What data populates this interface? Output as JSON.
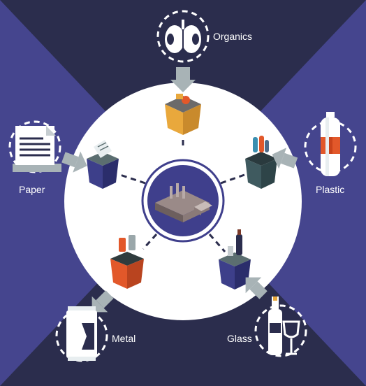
{
  "diagram": {
    "hub": {
      "icon": "recycling-factory-icon"
    },
    "categories": [
      {
        "key": "organics",
        "label": "Organics",
        "icon": "apple-core-icon",
        "bin_color": "#e9a83c"
      },
      {
        "key": "plastic",
        "label": "Plastic",
        "icon": "plastic-bottle-icon",
        "bin_color": "#3f5a5f"
      },
      {
        "key": "glass",
        "label": "Glass",
        "icon": "wine-bottle-glass-icon",
        "bin_color": "#3d3f8a"
      },
      {
        "key": "metal",
        "label": "Metal",
        "icon": "metal-can-icon",
        "bin_color": "#e2582a"
      },
      {
        "key": "paper",
        "label": "Paper",
        "icon": "paper-stack-icon",
        "bin_color": "#3d3f8a"
      }
    ]
  },
  "colors": {
    "background_dark": "#2b2d4d",
    "background_blue": "#45458e",
    "circle": "#ffffff",
    "hub_ring": "#3f3f8c",
    "arrow": "#a8b3b6"
  }
}
